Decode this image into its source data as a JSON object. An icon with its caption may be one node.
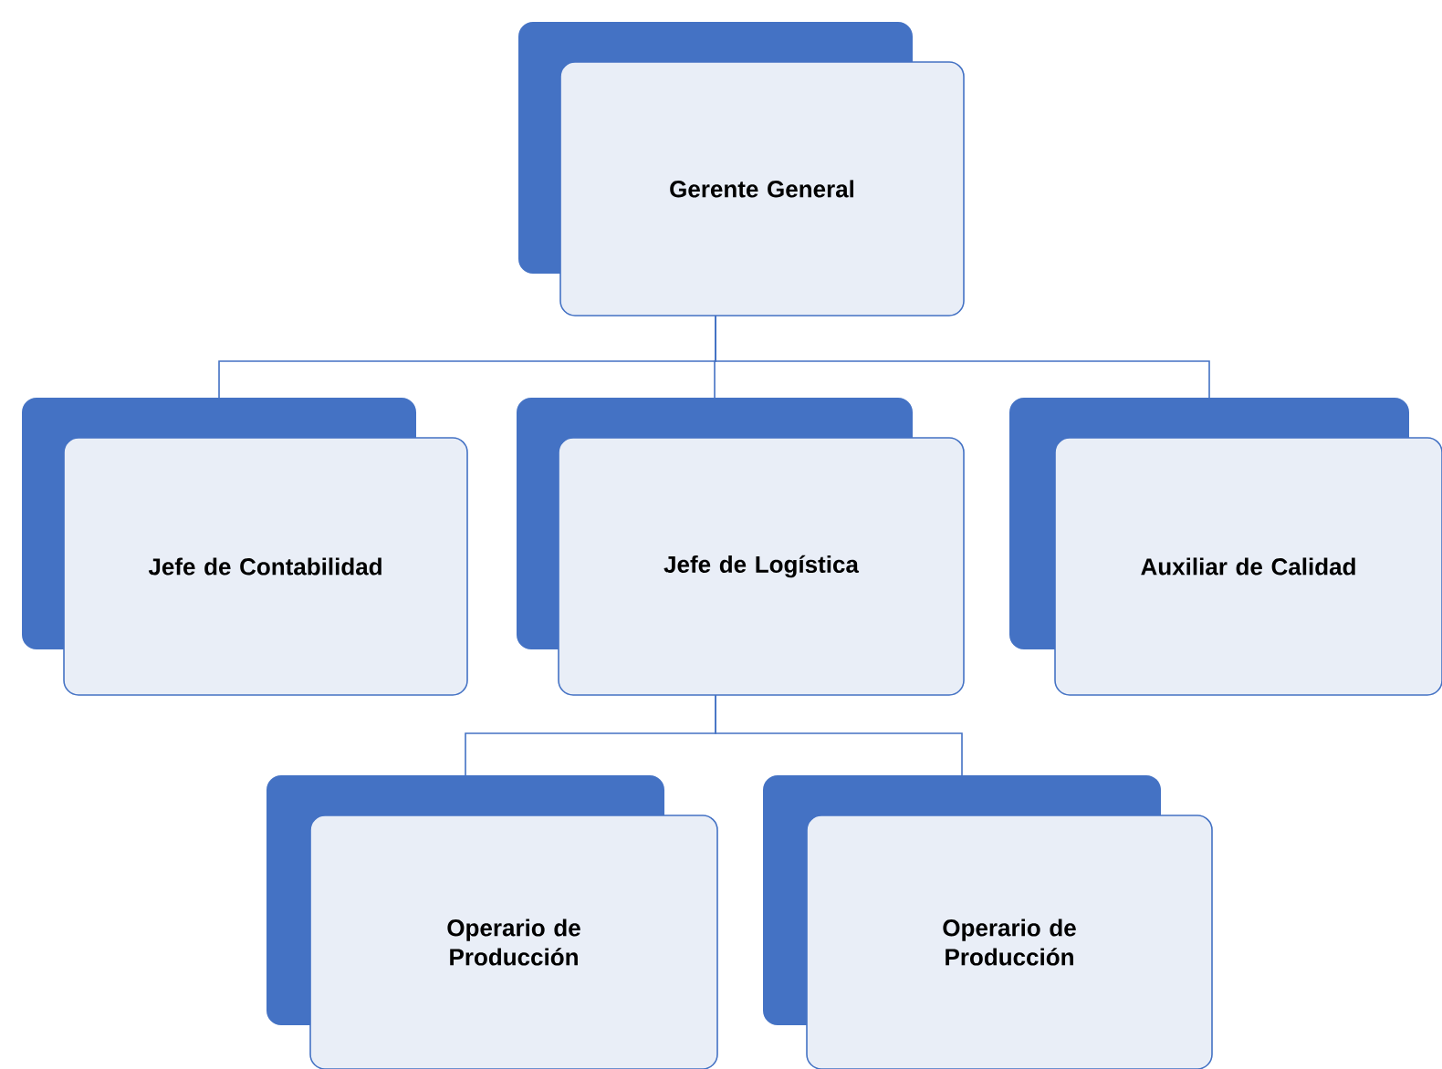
{
  "diagram": {
    "nodes": [
      {
        "text": [
          "Gerente General"
        ]
      },
      {
        "text": [
          "Jefe de Contabilidad"
        ]
      },
      {
        "text": [
          "Jefe de Logística"
        ]
      },
      {
        "text": [
          "Auxiliar de Calidad"
        ]
      },
      {
        "text": [
          "Operario de Producción"
        ]
      },
      {
        "text": [
          "Operario de Producción"
        ]
      }
    ],
    "edges": [
      {
        "from": 0,
        "to": 1,
        "arrow": "none"
      },
      {
        "from": 0,
        "to": 2,
        "arrow": "none"
      },
      {
        "from": 0,
        "to": 3,
        "arrow": "none"
      },
      {
        "from": 2,
        "to": 4,
        "arrow": "none"
      },
      {
        "from": 2,
        "to": 5,
        "arrow": "none"
      }
    ]
  }
}
